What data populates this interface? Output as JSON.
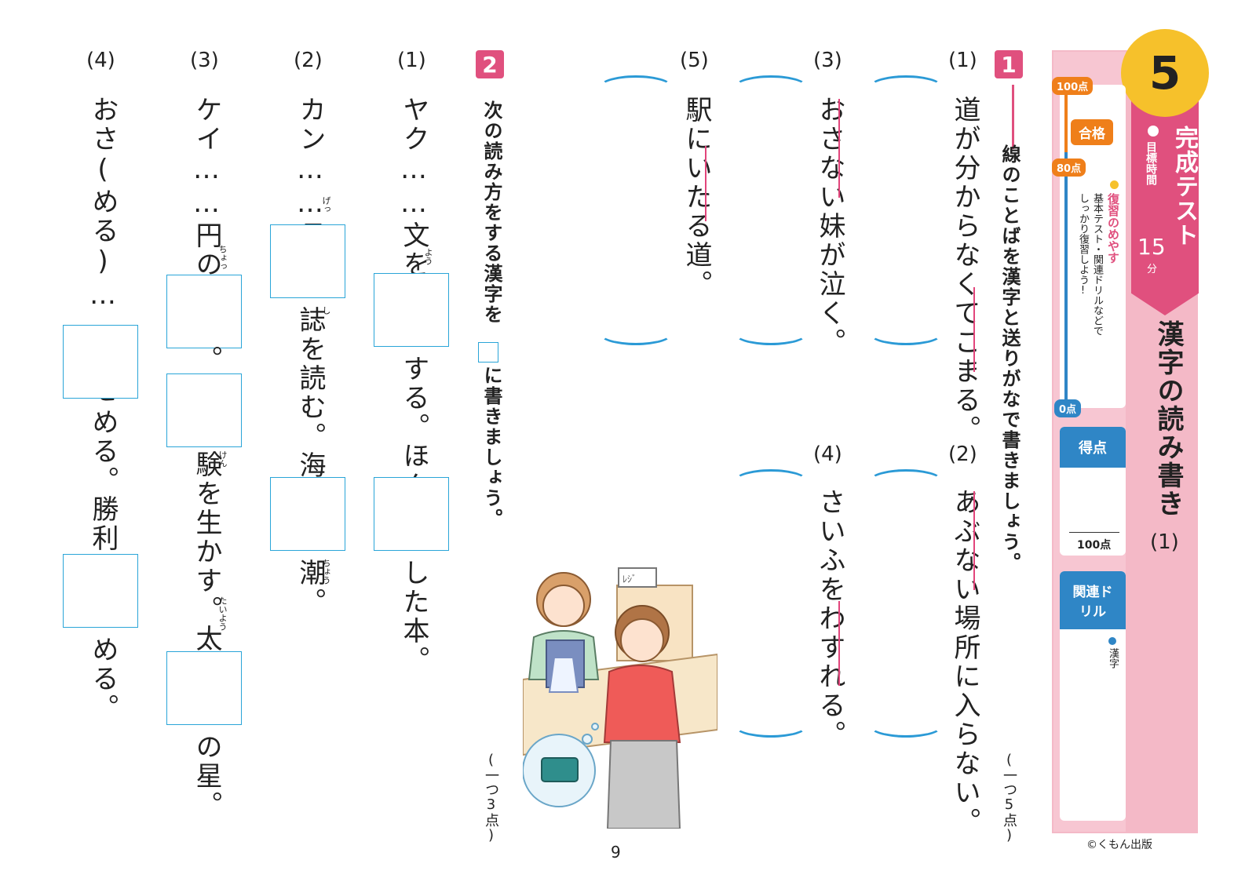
{
  "header": {
    "test_number": "5",
    "test_type": "完成テスト",
    "target_time_label": "目標時間",
    "target_time_value": "15",
    "target_time_unit": "分",
    "title": "漢字の読み書き",
    "title_suffix": "(1)"
  },
  "review": {
    "heading": "復習のめやす",
    "line1": "基本テスト・関連ドリルなどで",
    "line2": "しっかり復習しよう!",
    "pass_label": "合格",
    "scale_top": "100点",
    "scale_pass": "80点",
    "scale_bottom": "0点"
  },
  "score": {
    "label": "得点",
    "max": "100点"
  },
  "related": {
    "label": "関連ドリル",
    "item": "漢字"
  },
  "copyright": "©くもん出版",
  "page_number": "9",
  "section1": {
    "badge": "1",
    "instruction": "線のことばを漢字と送りがなで書きましょう。",
    "points": "(一つ5点)",
    "questions": [
      {
        "num": "(1)",
        "text": "道が分からなくてこまる。"
      },
      {
        "num": "(2)",
        "text": "あぶない場所に入らない。"
      },
      {
        "num": "(3)",
        "text": "おさない妹が泣く。"
      },
      {
        "num": "(4)",
        "text": "さいふをわすれる。"
      },
      {
        "num": "(5)",
        "text": "駅にいたる道。"
      }
    ]
  },
  "section2": {
    "badge": "2",
    "instruction_a": "次の読み方をする漢字を",
    "instruction_b": "に書きましょう。",
    "points": "(一つ3点)",
    "questions": [
      {
        "num": "(1)",
        "p1": "ヤク……文を要",
        "p2": "する。ほん",
        "p3": "した本。",
        "ruby1": "よう"
      },
      {
        "num": "(2)",
        "p1": "カン……月",
        "p2": "誌を読む。海の",
        "p3": "潮。",
        "ruby1": "げっ",
        "ruby2": "し",
        "ruby3": "ちょう"
      },
      {
        "num": "(3)",
        "p1": "ケイ……円の直",
        "p2": "。",
        "p3": "験を生かす。太陽",
        "p4": "の星。",
        "ruby1": "ちょっ",
        "ruby2": "けん",
        "ruby3": "たいよう"
      },
      {
        "num": "(4)",
        "p1": "おさ(める)……国を",
        "p2": "める。勝利を",
        "p3": "める。"
      }
    ]
  },
  "illustration": {
    "sign_text": "ﾚｼﾞ"
  },
  "colors": {
    "accent_pink": "#e0507e",
    "sidebar_pink": "#f4b9c7",
    "badge_yellow": "#f6c12b",
    "answer_blue": "#2aa5d8",
    "label_blue": "#2f86c6",
    "pass_orange": "#ef7f1a"
  }
}
